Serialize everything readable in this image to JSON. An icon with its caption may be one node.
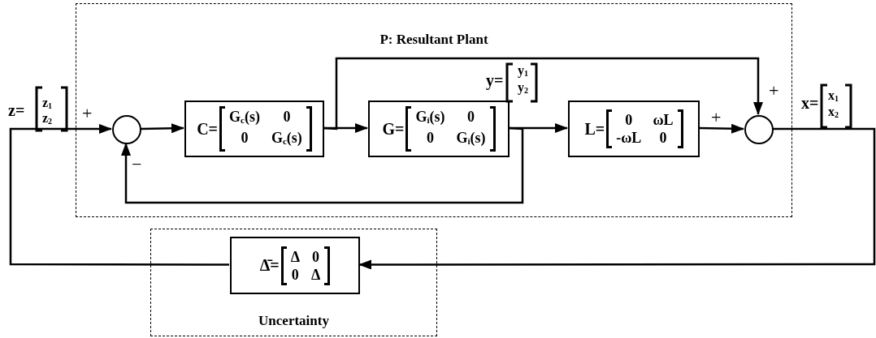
{
  "diagram": {
    "nodes": [
      {
        "text": [
          "P: Resultant Plant"
        ]
      },
      {
        "text": [],
        "shape": "circle",
        "in": 0
      },
      {
        "text": [
          "C=",
          "G$_{c}$(s)",
          "0",
          "0",
          "G$_{c}$(s)"
        ],
        "in": 0
      },
      {
        "text": [
          "G=",
          "G$_{i}$(s)",
          "0",
          "0",
          "G$_{i}$(s)"
        ],
        "in": 0
      },
      {
        "text": [
          "L=",
          "0",
          "ωL",
          "-ωL",
          "0"
        ],
        "in": 0
      },
      {
        "text": [],
        "shape": "circle",
        "in": 0
      },
      {
        "text": [
          "Uncertainty"
        ]
      },
      {
        "text": [
          "Δ̄=",
          "Δ",
          "0",
          "0",
          "Δ"
        ],
        "in": 6
      }
    ],
    "edges": [
      {
        "from": 7,
        "to": 1,
        "arrow": "to"
      },
      {
        "from": 1,
        "to": 2,
        "arrow": "to"
      },
      {
        "from": 2,
        "to": 3,
        "arrow": "to"
      },
      {
        "from": 3,
        "to": 4,
        "arrow": "to"
      },
      {
        "from": 4,
        "to": 5,
        "arrow": "to"
      },
      {
        "from": 5,
        "to": 7,
        "arrow": "to"
      },
      {
        "from": 3,
        "to": 1,
        "arrow": "to"
      },
      {
        "from": 2,
        "to": 5,
        "arrow": "to"
      }
    ],
    "labels": [
      "z=",
      "z$_{1}$",
      "z$_{2}$",
      "y=",
      "y$_{1}$",
      "y$_{2}$",
      "x=",
      "x$_{1}$",
      "x$_{2}$",
      "+",
      "−",
      "+",
      "+"
    ]
  }
}
